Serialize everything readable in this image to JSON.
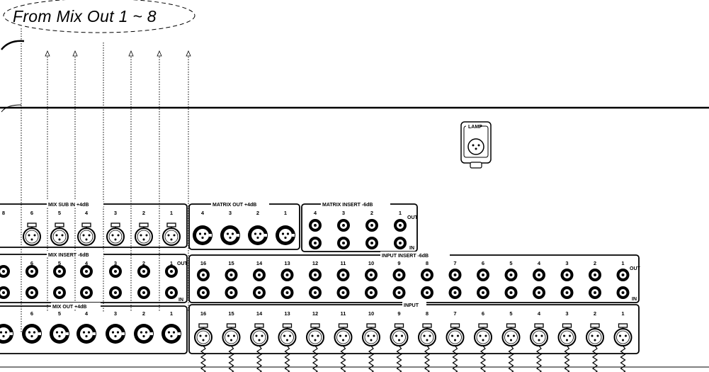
{
  "callout": {
    "text": "From Mix Out 1 ~ 8"
  },
  "sections": {
    "mix_sub_in": {
      "title": "MIX SUB IN  +4dB",
      "numbers": [
        "8",
        "6",
        "5",
        "4",
        "3",
        "2",
        "1"
      ]
    },
    "mix_insert": {
      "title": "MIX INSERT  -6dB",
      "numbers": [
        "6",
        "5",
        "4",
        "3",
        "2",
        "1"
      ],
      "out_label": "OUT",
      "in_label": "IN"
    },
    "mix_out": {
      "title": "MIX OUT  +4dB",
      "numbers": [
        "6",
        "5",
        "4",
        "3",
        "2",
        "1"
      ]
    },
    "matrix_out": {
      "title": "MATRIX OUT  +4dB",
      "numbers": [
        "4",
        "3",
        "2",
        "1"
      ]
    },
    "matrix_insert": {
      "title": "MATRIX INSERT  -6dB",
      "numbers": [
        "4",
        "3",
        "2",
        "1"
      ],
      "out_label": "OUT",
      "in_label": "IN"
    },
    "input_insert": {
      "title": "INPUT INSERT  -6dB",
      "numbers": [
        "16",
        "15",
        "14",
        "13",
        "12",
        "11",
        "10",
        "9",
        "8",
        "7",
        "6",
        "5",
        "4",
        "3",
        "2",
        "1"
      ],
      "out_label": "OUT",
      "in_label": "IN"
    },
    "input": {
      "title": "INPUT",
      "numbers": [
        "16",
        "15",
        "14",
        "13",
        "12",
        "11",
        "10",
        "9",
        "8",
        "7",
        "6",
        "5",
        "4",
        "3",
        "2",
        "1"
      ]
    },
    "lamp": {
      "title": "LAMP"
    }
  }
}
